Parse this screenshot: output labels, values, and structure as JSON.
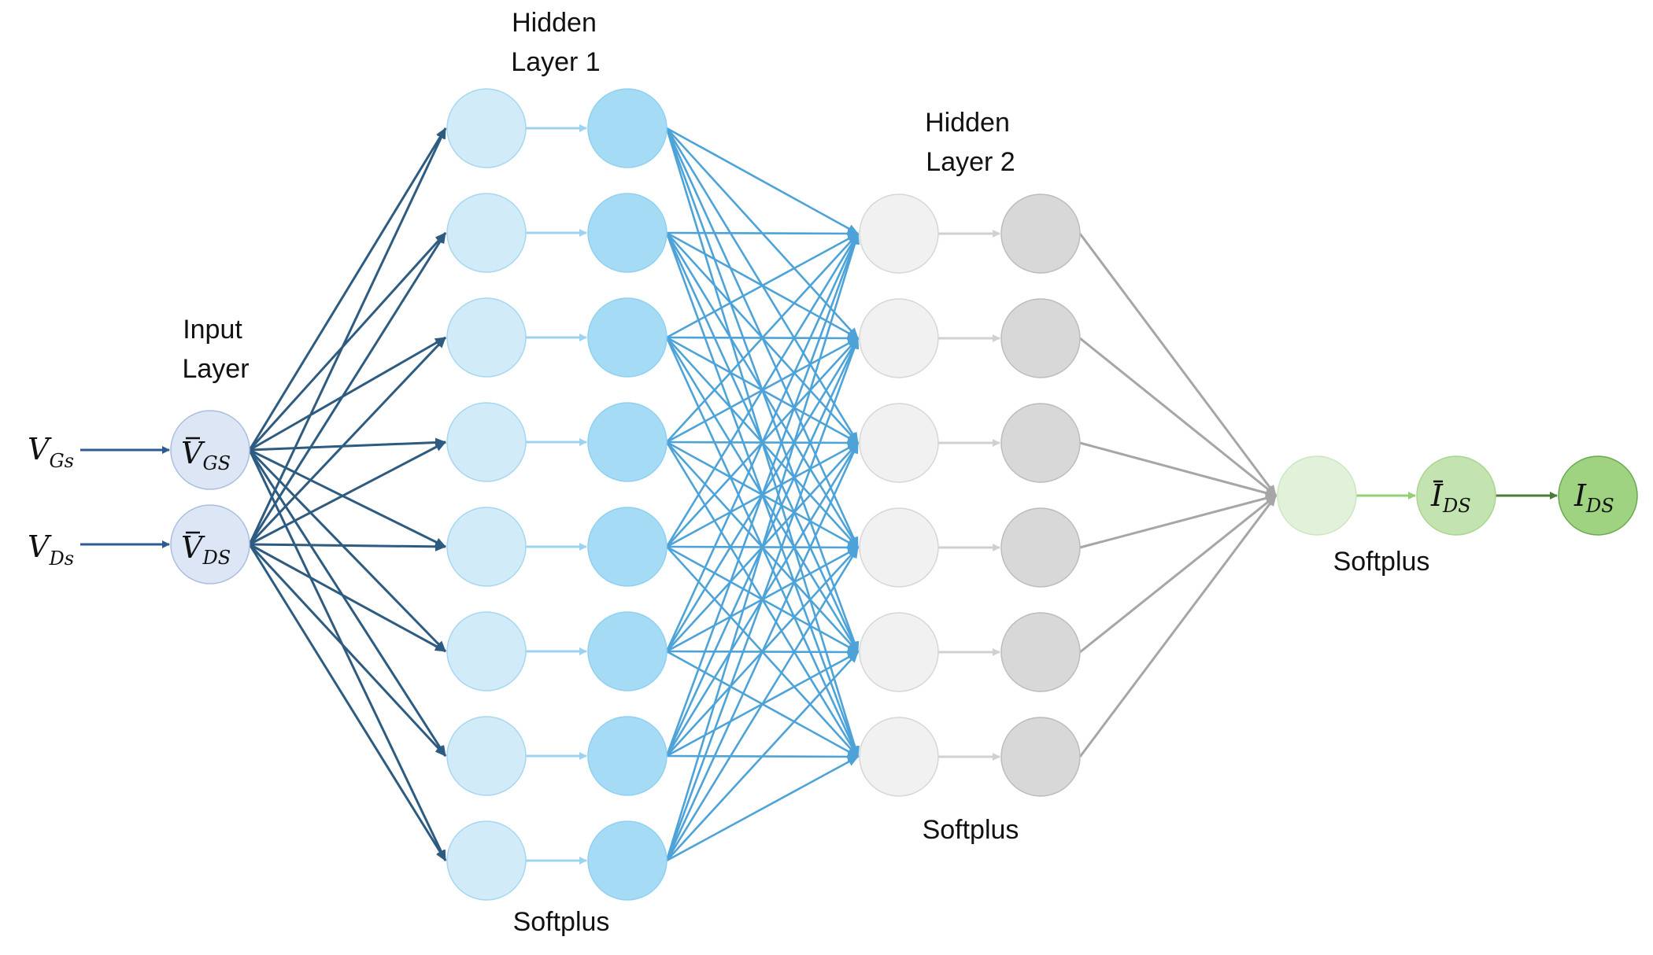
{
  "titles": {
    "input_layer": [
      "Input",
      "Layer"
    ],
    "hidden_layer_1": [
      "Hidden",
      "Layer 1"
    ],
    "hidden_layer_2": [
      "Hidden",
      "Layer 2"
    ]
  },
  "activations": {
    "hidden_layer_1": "Softplus",
    "hidden_layer_2": "Softplus",
    "output_layer": "Softplus"
  },
  "inputs": [
    {
      "main": "V",
      "sub": "Gs"
    },
    {
      "main": "V",
      "sub": "Ds"
    }
  ],
  "normalized_inputs": [
    {
      "main": "V",
      "sub": "GS",
      "bar": true
    },
    {
      "main": "V",
      "sub": "DS",
      "bar": true
    }
  ],
  "output_normalized": {
    "main": "I",
    "sub": "DS",
    "bar": true
  },
  "output": {
    "main": "I",
    "sub": "DS"
  },
  "structure": {
    "input_neurons": 2,
    "hidden_layer_1_neurons": 8,
    "hidden_layer_2_neurons": 6,
    "output_neurons": 1
  },
  "colors": {
    "input_node_fill": "#dce6f4",
    "input_node_stroke": "#a9bedf",
    "input_edge": "#2e5b80",
    "input_arrow": "#2f5a92",
    "h1_pre_fill": "#d2ebf8",
    "h1_pre_stroke": "#a6d6f1",
    "h1_post_fill": "#a6dbf5",
    "h1_post_stroke": "#8fd0f1",
    "h1_act_arrow": "#9dd3f0",
    "h1_to_h2_edge": "#4da3d8",
    "h2_pre_fill": "#f1f1f1",
    "h2_pre_stroke": "#d6d6d6",
    "h2_post_fill": "#d8d8d8",
    "h2_post_stroke": "#bcbcbc",
    "h2_act_arrow": "#d0d0d0",
    "h2_to_out_edge": "#a6a6a6",
    "out_pre_fill": "#e2f2da",
    "out_pre_stroke": "#cbe6bf",
    "out_norm_fill": "#c3e3b1",
    "out_norm_stroke": "#a9d591",
    "out_fill": "#9fd381",
    "out_stroke": "#6aa94f",
    "out_arrow_light": "#93cf73",
    "out_arrow_dark": "#4c7b39"
  }
}
